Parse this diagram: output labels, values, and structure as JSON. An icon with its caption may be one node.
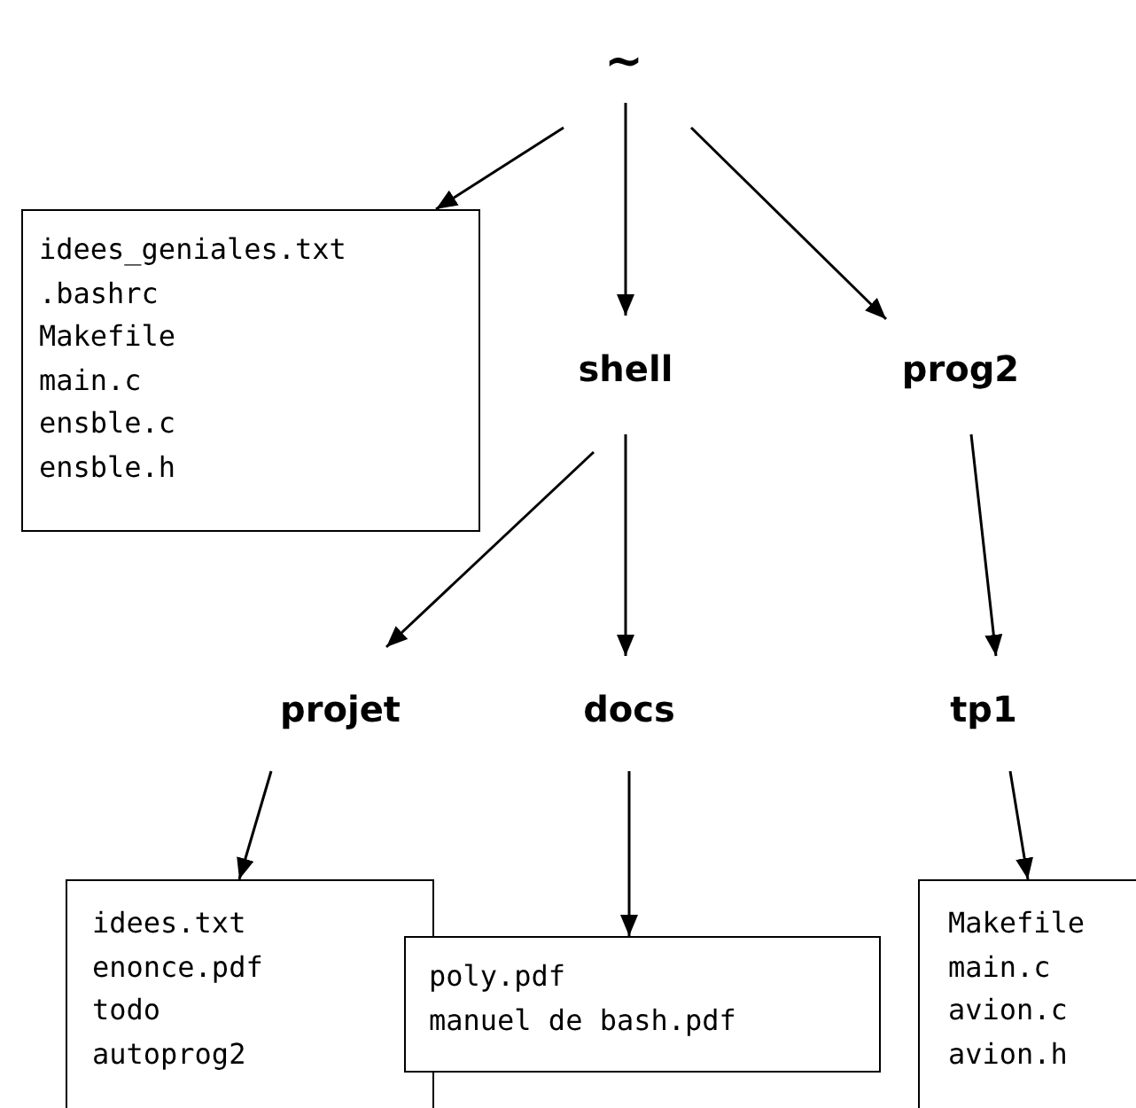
{
  "diagram": {
    "nodes": [
      {
        "text": [
          "~"
        ]
      },
      {
        "text": [
          "idees_geniales.txt",
          ".bashrc",
          "Makefile",
          "main.c",
          "ensble.c",
          "ensble.h"
        ]
      },
      {
        "text": [
          "shell"
        ]
      },
      {
        "text": [
          "prog2"
        ]
      },
      {
        "text": [
          "projet"
        ]
      },
      {
        "text": [
          "docs"
        ]
      },
      {
        "text": [
          "tp1"
        ]
      },
      {
        "text": [
          "idees.txt",
          "enonce.pdf",
          "todo",
          "autoprog2"
        ]
      },
      {
        "text": [
          "poly.pdf",
          "manuel de bash.pdf"
        ]
      },
      {
        "text": [
          "Makefile",
          "main.c",
          "avion.c",
          "avion.h"
        ]
      }
    ],
    "edges": [
      {
        "from": 0,
        "to": 1,
        "arrow": "to"
      },
      {
        "from": 0,
        "to": 2,
        "arrow": "to"
      },
      {
        "from": 0,
        "to": 3,
        "arrow": "to"
      },
      {
        "from": 2,
        "to": 4,
        "arrow": "to"
      },
      {
        "from": 2,
        "to": 5,
        "arrow": "to"
      },
      {
        "from": 3,
        "to": 6,
        "arrow": "to"
      },
      {
        "from": 4,
        "to": 7,
        "arrow": "to"
      },
      {
        "from": 5,
        "to": 8,
        "arrow": "to"
      },
      {
        "from": 6,
        "to": 9,
        "arrow": "to"
      }
    ]
  }
}
